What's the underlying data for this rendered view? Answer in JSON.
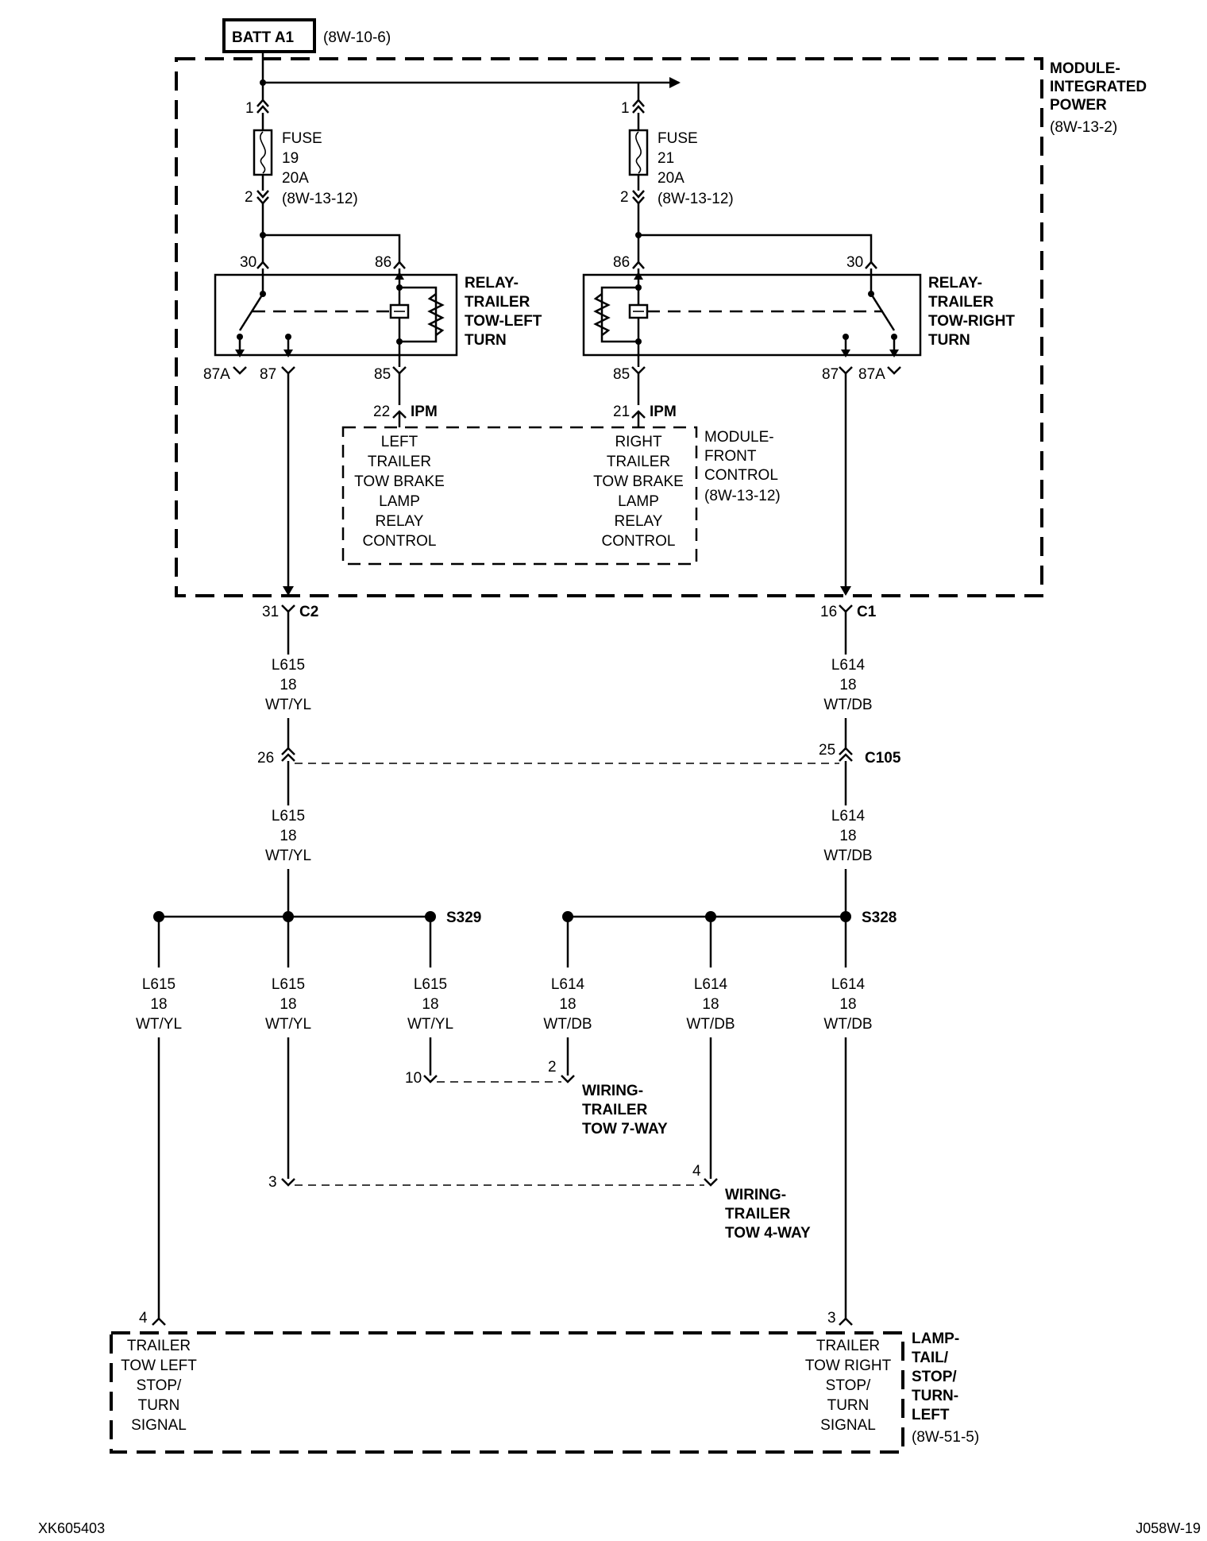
{
  "batt": {
    "label": "BATT A1",
    "ref": "(8W-10-6)"
  },
  "ipm": {
    "lines": [
      "MODULE-",
      "INTEGRATED",
      "POWER"
    ],
    "ref": "(8W-13-2)"
  },
  "fuse_left": {
    "pin_top": "1",
    "pin_bottom": "2",
    "lines": [
      "FUSE",
      "19",
      "20A",
      "(8W-13-12)"
    ]
  },
  "fuse_right": {
    "pin_top": "1",
    "pin_bottom": "2",
    "lines": [
      "FUSE",
      "21",
      "20A",
      "(8W-13-12)"
    ]
  },
  "relay_left": {
    "lines": [
      "RELAY-",
      "TRAILER",
      "TOW-LEFT",
      "TURN"
    ],
    "pins": {
      "p30": "30",
      "p86": "86",
      "p87a": "87A",
      "p87": "87",
      "p85": "85"
    }
  },
  "relay_right": {
    "lines": [
      "RELAY-",
      "TRAILER",
      "TOW-RIGHT",
      "TURN"
    ],
    "pins": {
      "p86": "86",
      "p30": "30",
      "p85": "85",
      "p87": "87",
      "p87a": "87A"
    }
  },
  "ipm_pins": {
    "left_pin": "22",
    "right_pin": "21",
    "connector": "IPM"
  },
  "fcm": {
    "left_lines": [
      "LEFT",
      "TRAILER",
      "TOW BRAKE",
      "LAMP",
      "RELAY",
      "CONTROL"
    ],
    "right_lines": [
      "RIGHT",
      "TRAILER",
      "TOW BRAKE",
      "LAMP",
      "RELAY",
      "CONTROL"
    ],
    "label_lines": [
      "MODULE-",
      "FRONT",
      "CONTROL",
      "(8W-13-12)"
    ]
  },
  "connectors": {
    "c2": {
      "pin": "31",
      "name": "C2"
    },
    "c1": {
      "pin": "16",
      "name": "C1"
    },
    "c105": {
      "left_pin": "26",
      "right_pin": "25",
      "name": "C105"
    }
  },
  "wire_left": {
    "circuit": "L615",
    "gauge": "18",
    "color": "WT/YL"
  },
  "wire_right": {
    "circuit": "L614",
    "gauge": "18",
    "color": "WT/DB"
  },
  "splices": {
    "s329": "S329",
    "s328": "S328"
  },
  "tow7": {
    "left_pin": "10",
    "right_pin": "2",
    "lines": [
      "WIRING-",
      "TRAILER",
      "TOW 7-WAY"
    ]
  },
  "tow4": {
    "left_pin": "3",
    "right_pin": "4",
    "lines": [
      "WIRING-",
      "TRAILER",
      "TOW 4-WAY"
    ]
  },
  "lamp": {
    "left_pin": "4",
    "right_pin": "3",
    "left_lines": [
      "TRAILER",
      "TOW LEFT",
      "STOP/",
      "TURN",
      "SIGNAL"
    ],
    "right_lines": [
      "TRAILER",
      "TOW RIGHT",
      "STOP/",
      "TURN",
      "SIGNAL"
    ],
    "label_lines": [
      "LAMP-",
      "TAIL/",
      "STOP/",
      "TURN-",
      "LEFT"
    ],
    "ref": "(8W-51-5)"
  },
  "footer": {
    "left": "XK605403",
    "right": "J058W-19"
  }
}
